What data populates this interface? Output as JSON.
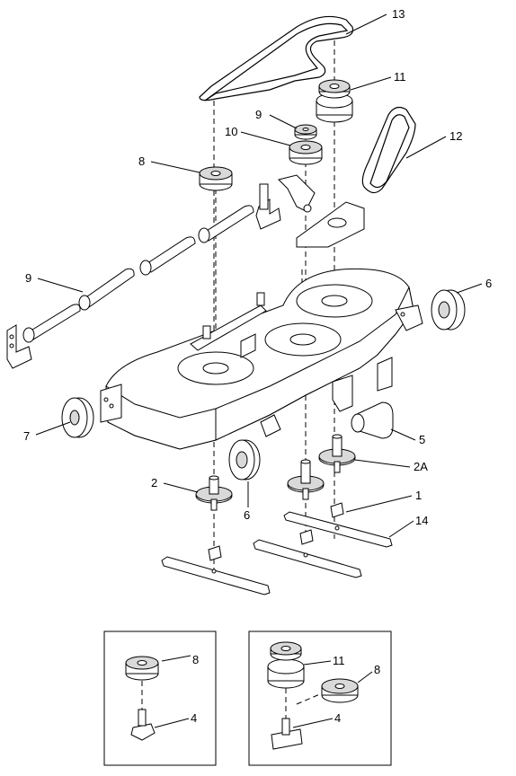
{
  "callouts": {
    "c13": "13",
    "c11": "11",
    "c9a": "9",
    "c10": "10",
    "c12": "12",
    "c8": "8",
    "c9b": "9",
    "c6a": "6",
    "c7": "7",
    "c5": "5",
    "c2": "2",
    "c2A": "2A",
    "c6b": "6",
    "c1": "1",
    "c14": "14",
    "inset1_8": "8",
    "inset1_4": "4",
    "inset2_11": "11",
    "inset2_8": "8",
    "inset2_4": "4"
  }
}
